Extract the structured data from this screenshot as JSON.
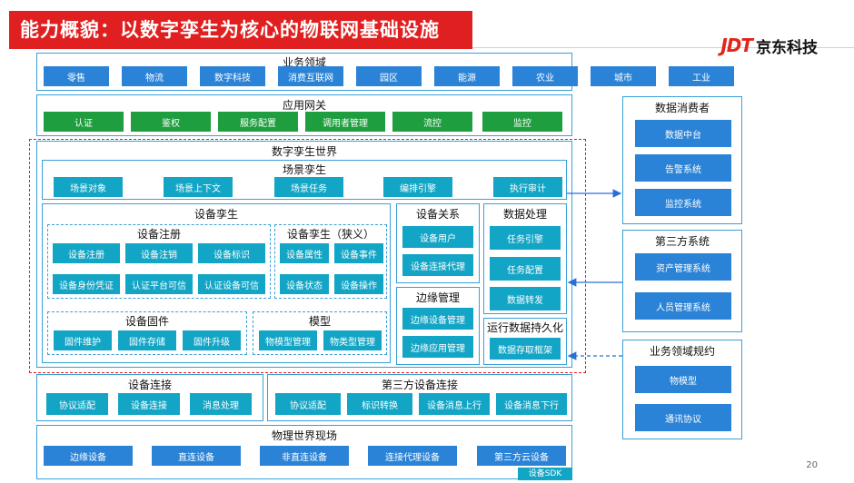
{
  "header": {
    "title": "能力概貌：以数字孪生为核心的物联网基础设施",
    "logo_mark": "JDT",
    "logo_text": "京东科技"
  },
  "business_domain": {
    "title": "业务领域",
    "items": [
      "零售",
      "物流",
      "数字科技",
      "消费互联网",
      "园区",
      "能源",
      "农业",
      "城市",
      "工业"
    ]
  },
  "gateway": {
    "title": "应用网关",
    "items": [
      "认证",
      "鉴权",
      "服务配置",
      "调用者管理",
      "流控",
      "监控"
    ]
  },
  "twin_world": {
    "title": "数字孪生世界",
    "scene": {
      "title": "场景孪生",
      "items": [
        "场景对象",
        "场景上下文",
        "场景任务",
        "编排引擎",
        "执行审计"
      ]
    },
    "device_twin": {
      "title": "设备孪生",
      "registration": {
        "title": "设备注册",
        "items": [
          "设备注册",
          "设备注销",
          "设备标识",
          "设备身份凭证",
          "认证平台可信",
          "认证设备可信"
        ]
      },
      "narrow": {
        "title": "设备孪生（狭义）",
        "items": [
          "设备属性",
          "设备事件",
          "设备状态",
          "设备操作"
        ]
      },
      "firmware": {
        "title": "设备固件",
        "items": [
          "固件维护",
          "固件存储",
          "固件升级"
        ]
      },
      "model": {
        "title": "模型",
        "items": [
          "物模型管理",
          "物类型管理"
        ]
      }
    },
    "relation": {
      "title": "设备关系",
      "items": [
        "设备用户",
        "设备连接代理"
      ]
    },
    "edge": {
      "title": "边缘管理",
      "items": [
        "边缘设备管理",
        "边缘应用管理"
      ]
    },
    "data_processing": {
      "title": "数据处理",
      "items": [
        "任务引擎",
        "任务配置",
        "数据转发"
      ]
    },
    "persistence": {
      "title": "运行数据持久化",
      "items": [
        "数据存取框架"
      ]
    }
  },
  "device_connect": {
    "title": "设备连接",
    "items": [
      "协议适配",
      "设备连接",
      "消息处理"
    ]
  },
  "third_device_connect": {
    "title": "第三方设备连接",
    "items": [
      "协议适配",
      "标识转换",
      "设备消息上行",
      "设备消息下行"
    ]
  },
  "physical": {
    "title": "物理世界现场",
    "items": [
      "边缘设备",
      "直连设备",
      "非直连设备",
      "连接代理设备",
      "第三方云设备"
    ],
    "sdk": "设备SDK"
  },
  "consumer": {
    "title": "数据消费者",
    "items": [
      "数据中台",
      "告警系统",
      "监控系统"
    ]
  },
  "third_system": {
    "title": "第三方系统",
    "items": [
      "资产管理系统",
      "人员管理系统"
    ]
  },
  "spec": {
    "title": "业务领域规约",
    "items": [
      "物模型",
      "通讯协议"
    ]
  },
  "page_number": "20",
  "colors": {
    "title_red": "#e02020",
    "blue": "#2a83d6",
    "green": "#1e9e3e",
    "teal": "#13a5c5",
    "border": "#3a9fd8"
  }
}
